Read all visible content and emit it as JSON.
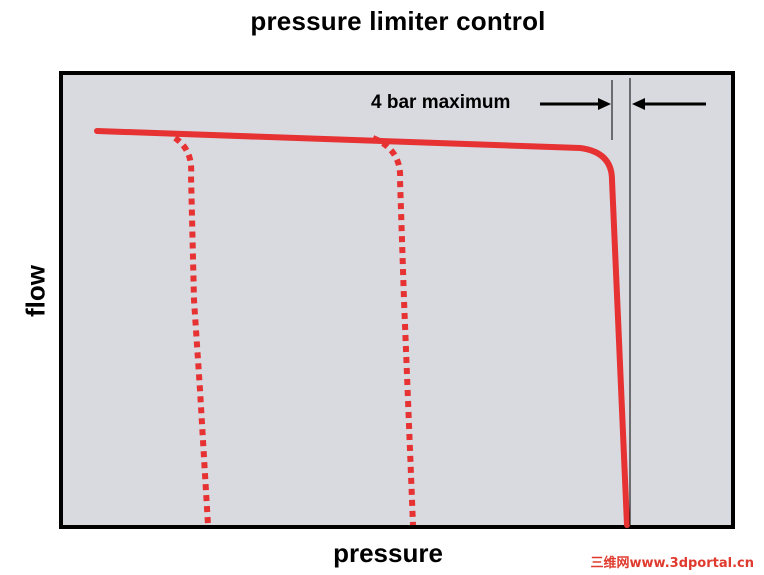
{
  "title": "pressure limiter control",
  "xlabel": "pressure",
  "ylabel": "flow",
  "annotation": "4 bar maximum",
  "watermark": "三维网www.3dportal.cn",
  "colors": {
    "curve": "#e63232",
    "plot_background": "#d9d9e0",
    "frame": "#000000"
  },
  "chart_data": {
    "type": "line",
    "title": "pressure limiter control",
    "xlabel": "pressure",
    "ylabel": "flow",
    "annotations": [
      "4 bar maximum"
    ],
    "series": [
      {
        "style": "solid",
        "role": "limit curve at 4 bar maximum"
      },
      {
        "style": "dotted",
        "role": "lower setting 1"
      },
      {
        "style": "dotted",
        "role": "lower setting 2"
      }
    ]
  }
}
